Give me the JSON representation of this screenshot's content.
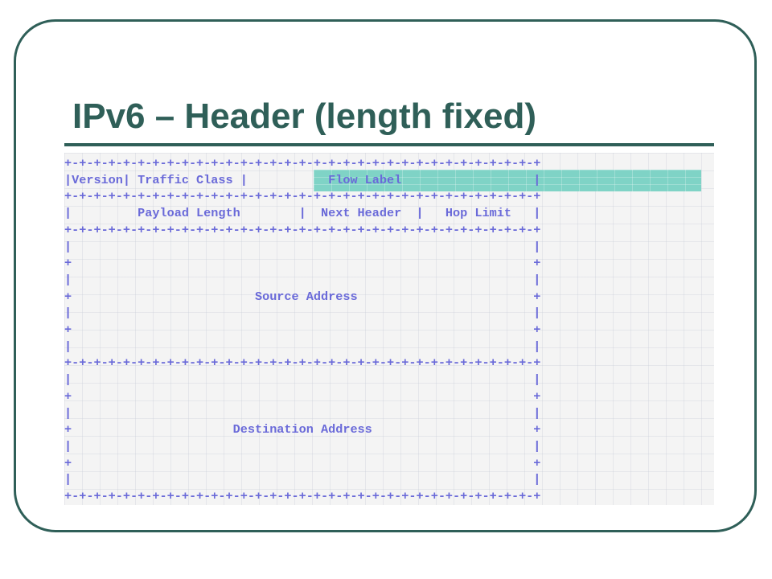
{
  "title": "IPv6 – Header (length fixed)",
  "colors": {
    "title": "#2f5f58",
    "diagram_text": "#6a6ad9",
    "highlight": "#7fd3c6"
  },
  "diagram_lines": [
    "+-+-+-+-+-+-+-+-+-+-+-+-+-+-+-+-+-+-+-+-+-+-+-+-+-+-+-+-+-+-+-+-+",
    "|Version| Traffic Class |           Flow Label                  |",
    "+-+-+-+-+-+-+-+-+-+-+-+-+-+-+-+-+-+-+-+-+-+-+-+-+-+-+-+-+-+-+-+-+",
    "|         Payload Length        |  Next Header  |   Hop Limit   |",
    "+-+-+-+-+-+-+-+-+-+-+-+-+-+-+-+-+-+-+-+-+-+-+-+-+-+-+-+-+-+-+-+-+",
    "|                                                               |",
    "+                                                               +",
    "|                                                               |",
    "+                         Source Address                        +",
    "|                                                               |",
    "+                                                               +",
    "|                                                               |",
    "+-+-+-+-+-+-+-+-+-+-+-+-+-+-+-+-+-+-+-+-+-+-+-+-+-+-+-+-+-+-+-+-+",
    "|                                                               |",
    "+                                                               +",
    "|                                                               |",
    "+                      Destination Address                      +",
    "|                                                               |",
    "+                                                               +",
    "|                                                               |",
    "+-+-+-+-+-+-+-+-+-+-+-+-+-+-+-+-+-+-+-+-+-+-+-+-+-+-+-+-+-+-+-+-+"
  ]
}
